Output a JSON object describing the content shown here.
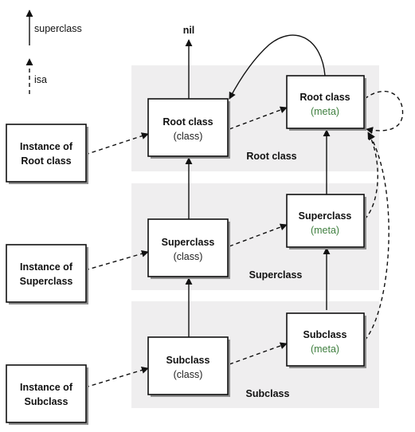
{
  "legend": {
    "superclass": "superclass",
    "isa": "isa"
  },
  "top_label": "nil",
  "bands": {
    "root": "Root class",
    "superclass": "Superclass",
    "subclass": "Subclass"
  },
  "instances": {
    "root": [
      "Instance of",
      "Root class"
    ],
    "superclass": [
      "Instance of",
      "Superclass"
    ],
    "subclass": [
      "Instance of",
      "Subclass"
    ]
  },
  "classes": {
    "root": [
      "Root class",
      "(class)"
    ],
    "superclass": [
      "Superclass",
      "(class)"
    ],
    "subclass": [
      "Subclass",
      "(class)"
    ]
  },
  "metaclasses": {
    "root": [
      "Root class",
      "(meta)"
    ],
    "superclass": [
      "Superclass",
      "(meta)"
    ],
    "subclass": [
      "Subclass",
      "(meta)"
    ]
  },
  "colors": {
    "band": "#efeeef",
    "meta_text": "#3f7f3f",
    "line": "#111111"
  }
}
